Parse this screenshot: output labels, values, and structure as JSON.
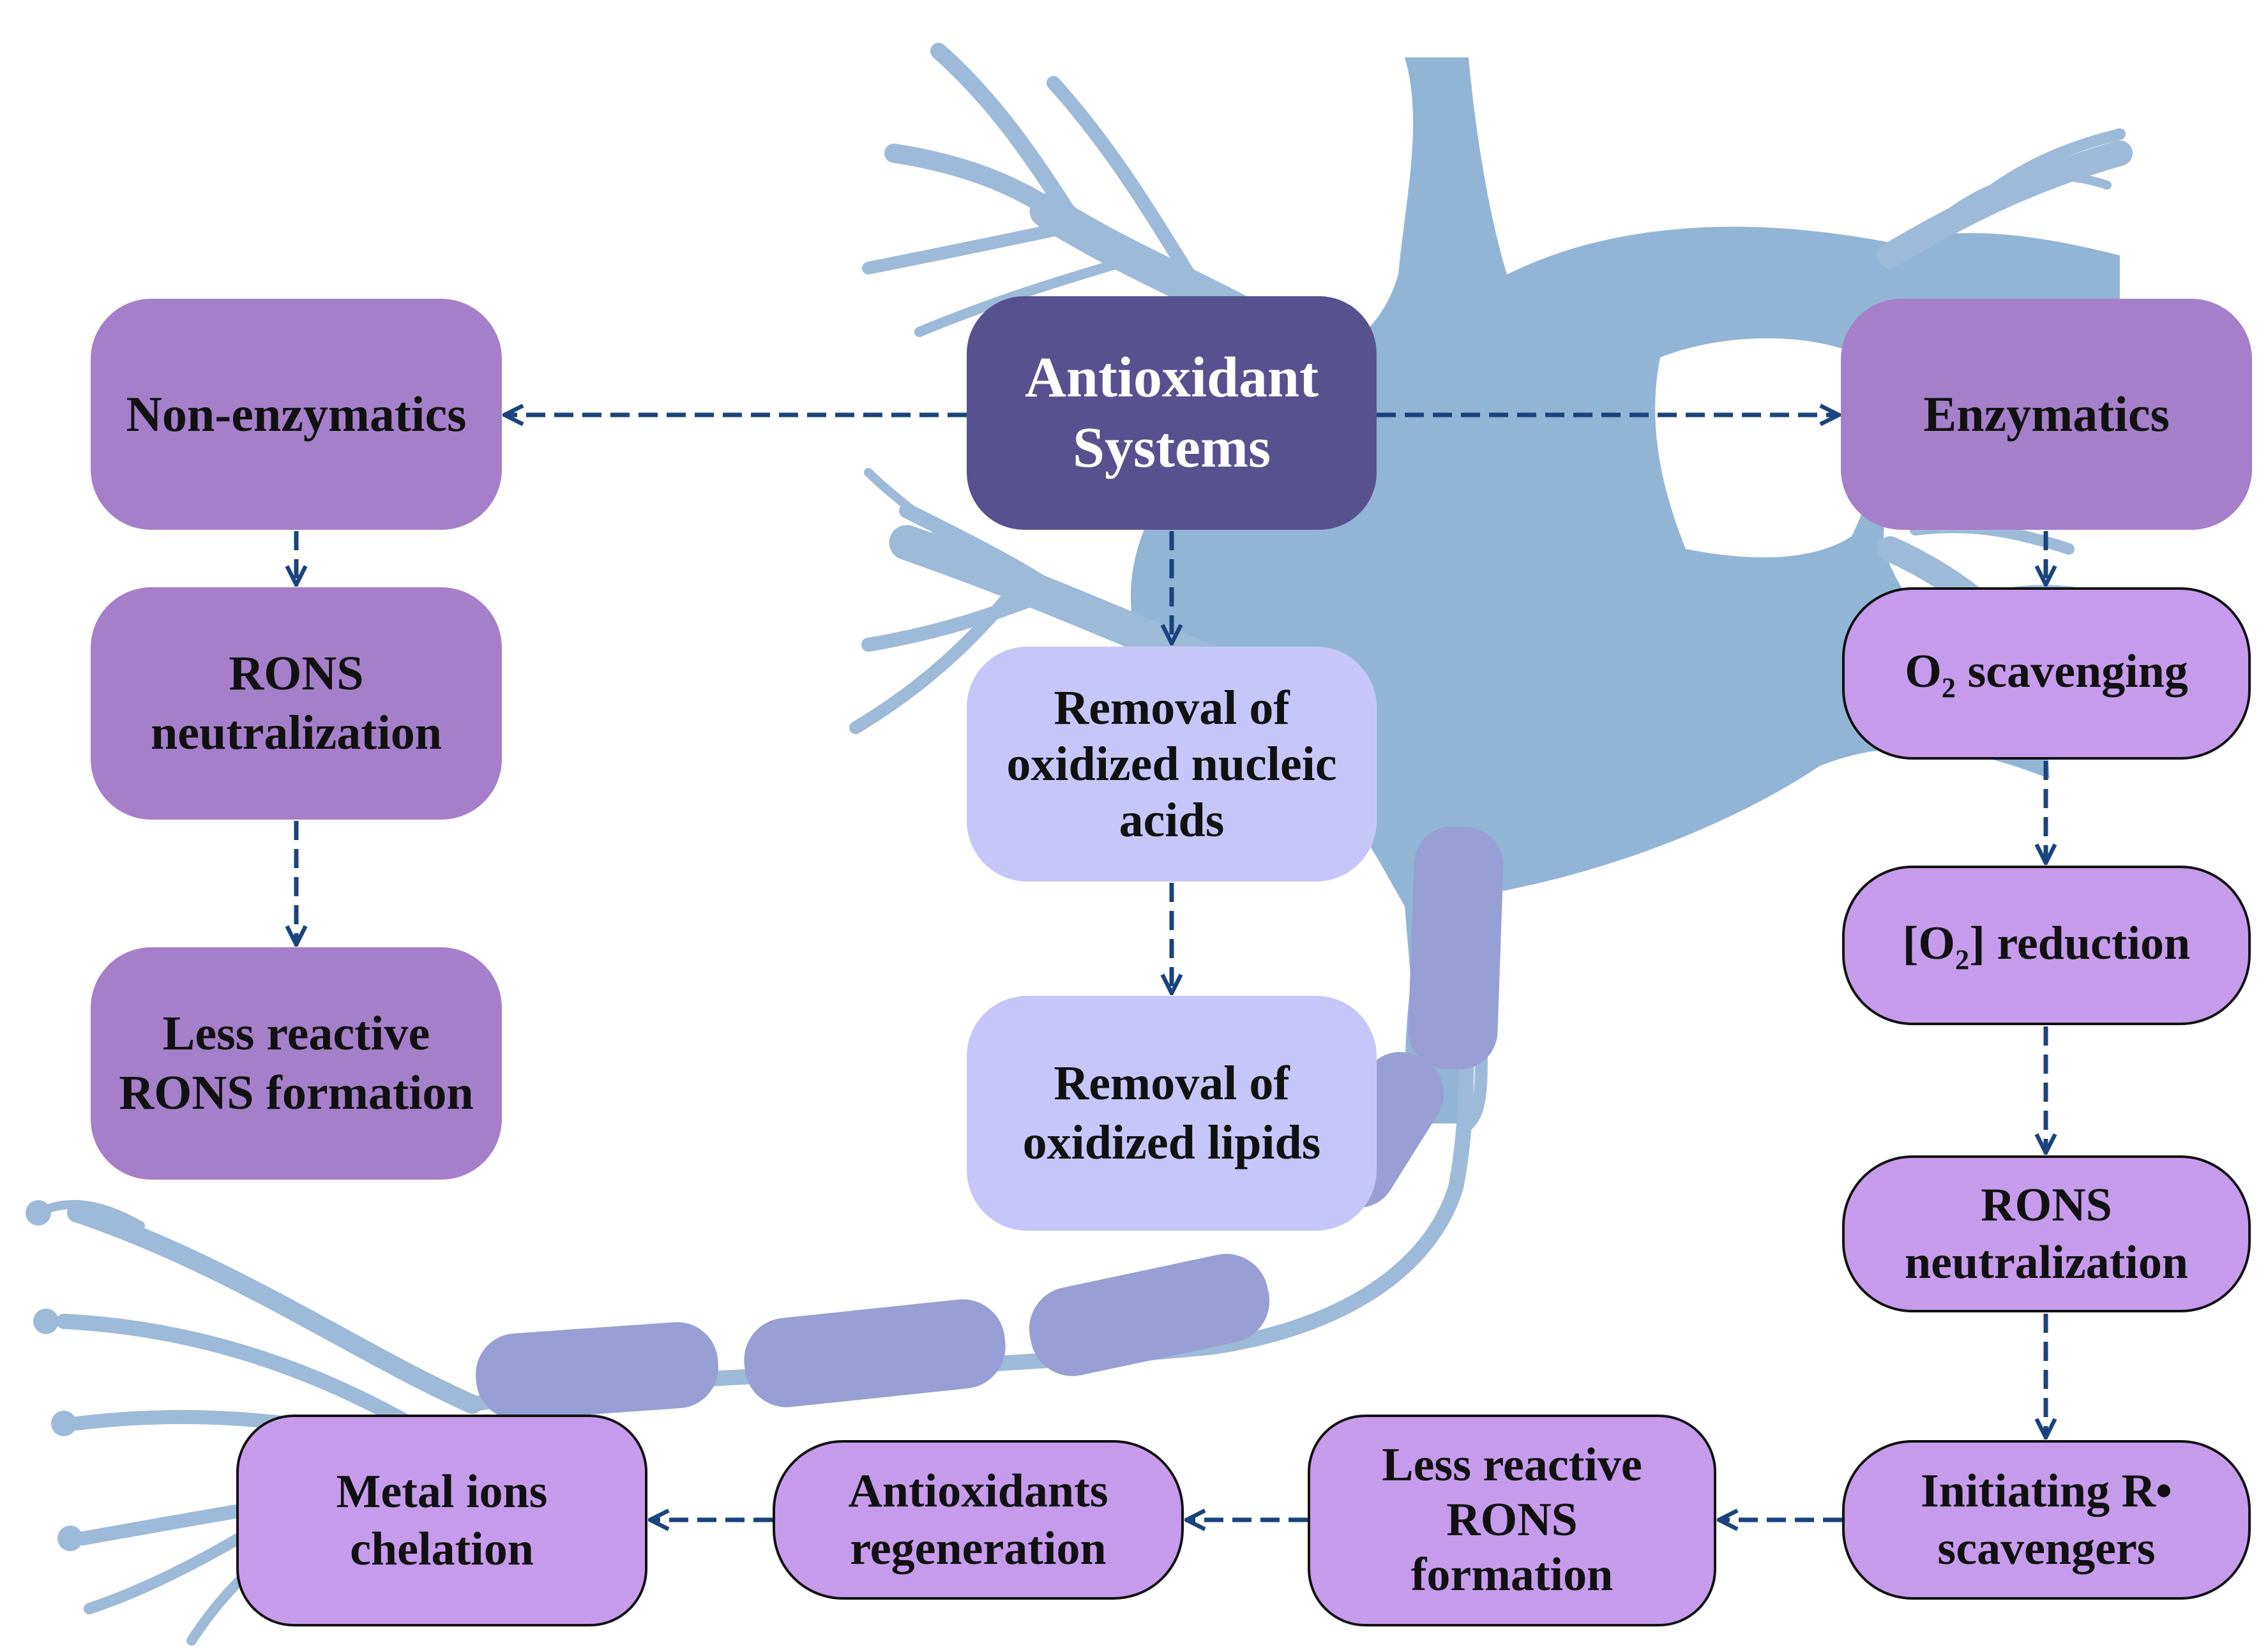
{
  "colors": {
    "neuron": "#92b5d6",
    "neuron_dendrite": "#9dbad8",
    "myelin": "#979fd4",
    "root": "#585190",
    "level1": "#a57fc9",
    "level2_mid": "#c7c6fa",
    "level2_side": "#c79bec",
    "arrow": "#1b437d"
  },
  "nodes": {
    "root": {
      "line1": "Antioxidant",
      "line2": "Systems"
    },
    "non_enzymatics": "Non-enzymatics",
    "ne_rons_neutralization": {
      "line1": "RONS",
      "line2": "neutralization"
    },
    "ne_less_reactive": {
      "line1": "Less reactive",
      "line2": "RONS formation"
    },
    "removal_nucleic": {
      "line1": "Removal of",
      "line2": "oxidized nucleic",
      "line3": "acids"
    },
    "removal_lipids": {
      "line1": "Removal of",
      "line2": "oxidized lipids"
    },
    "enzymatics": "Enzymatics",
    "o2_scavenging": {
      "pre": "O",
      "sub": "2",
      "post": " scavenging"
    },
    "o2_reduction": {
      "pre": "[O",
      "sub": "2",
      "post": "] reduction"
    },
    "e_rons_neutralization": {
      "line1": "RONS",
      "line2": "neutralization"
    },
    "initiating": {
      "line1": "Initiating R•",
      "line2": "scavengers"
    },
    "e_less_reactive": {
      "line1": "Less reactive",
      "line2": "RONS",
      "line3": "formation"
    },
    "antioxidants_regeneration": {
      "line1": "Antioxidants",
      "line2": "regeneration"
    },
    "metal_ions": {
      "line1": "Metal ions",
      "line2": "chelation"
    }
  }
}
